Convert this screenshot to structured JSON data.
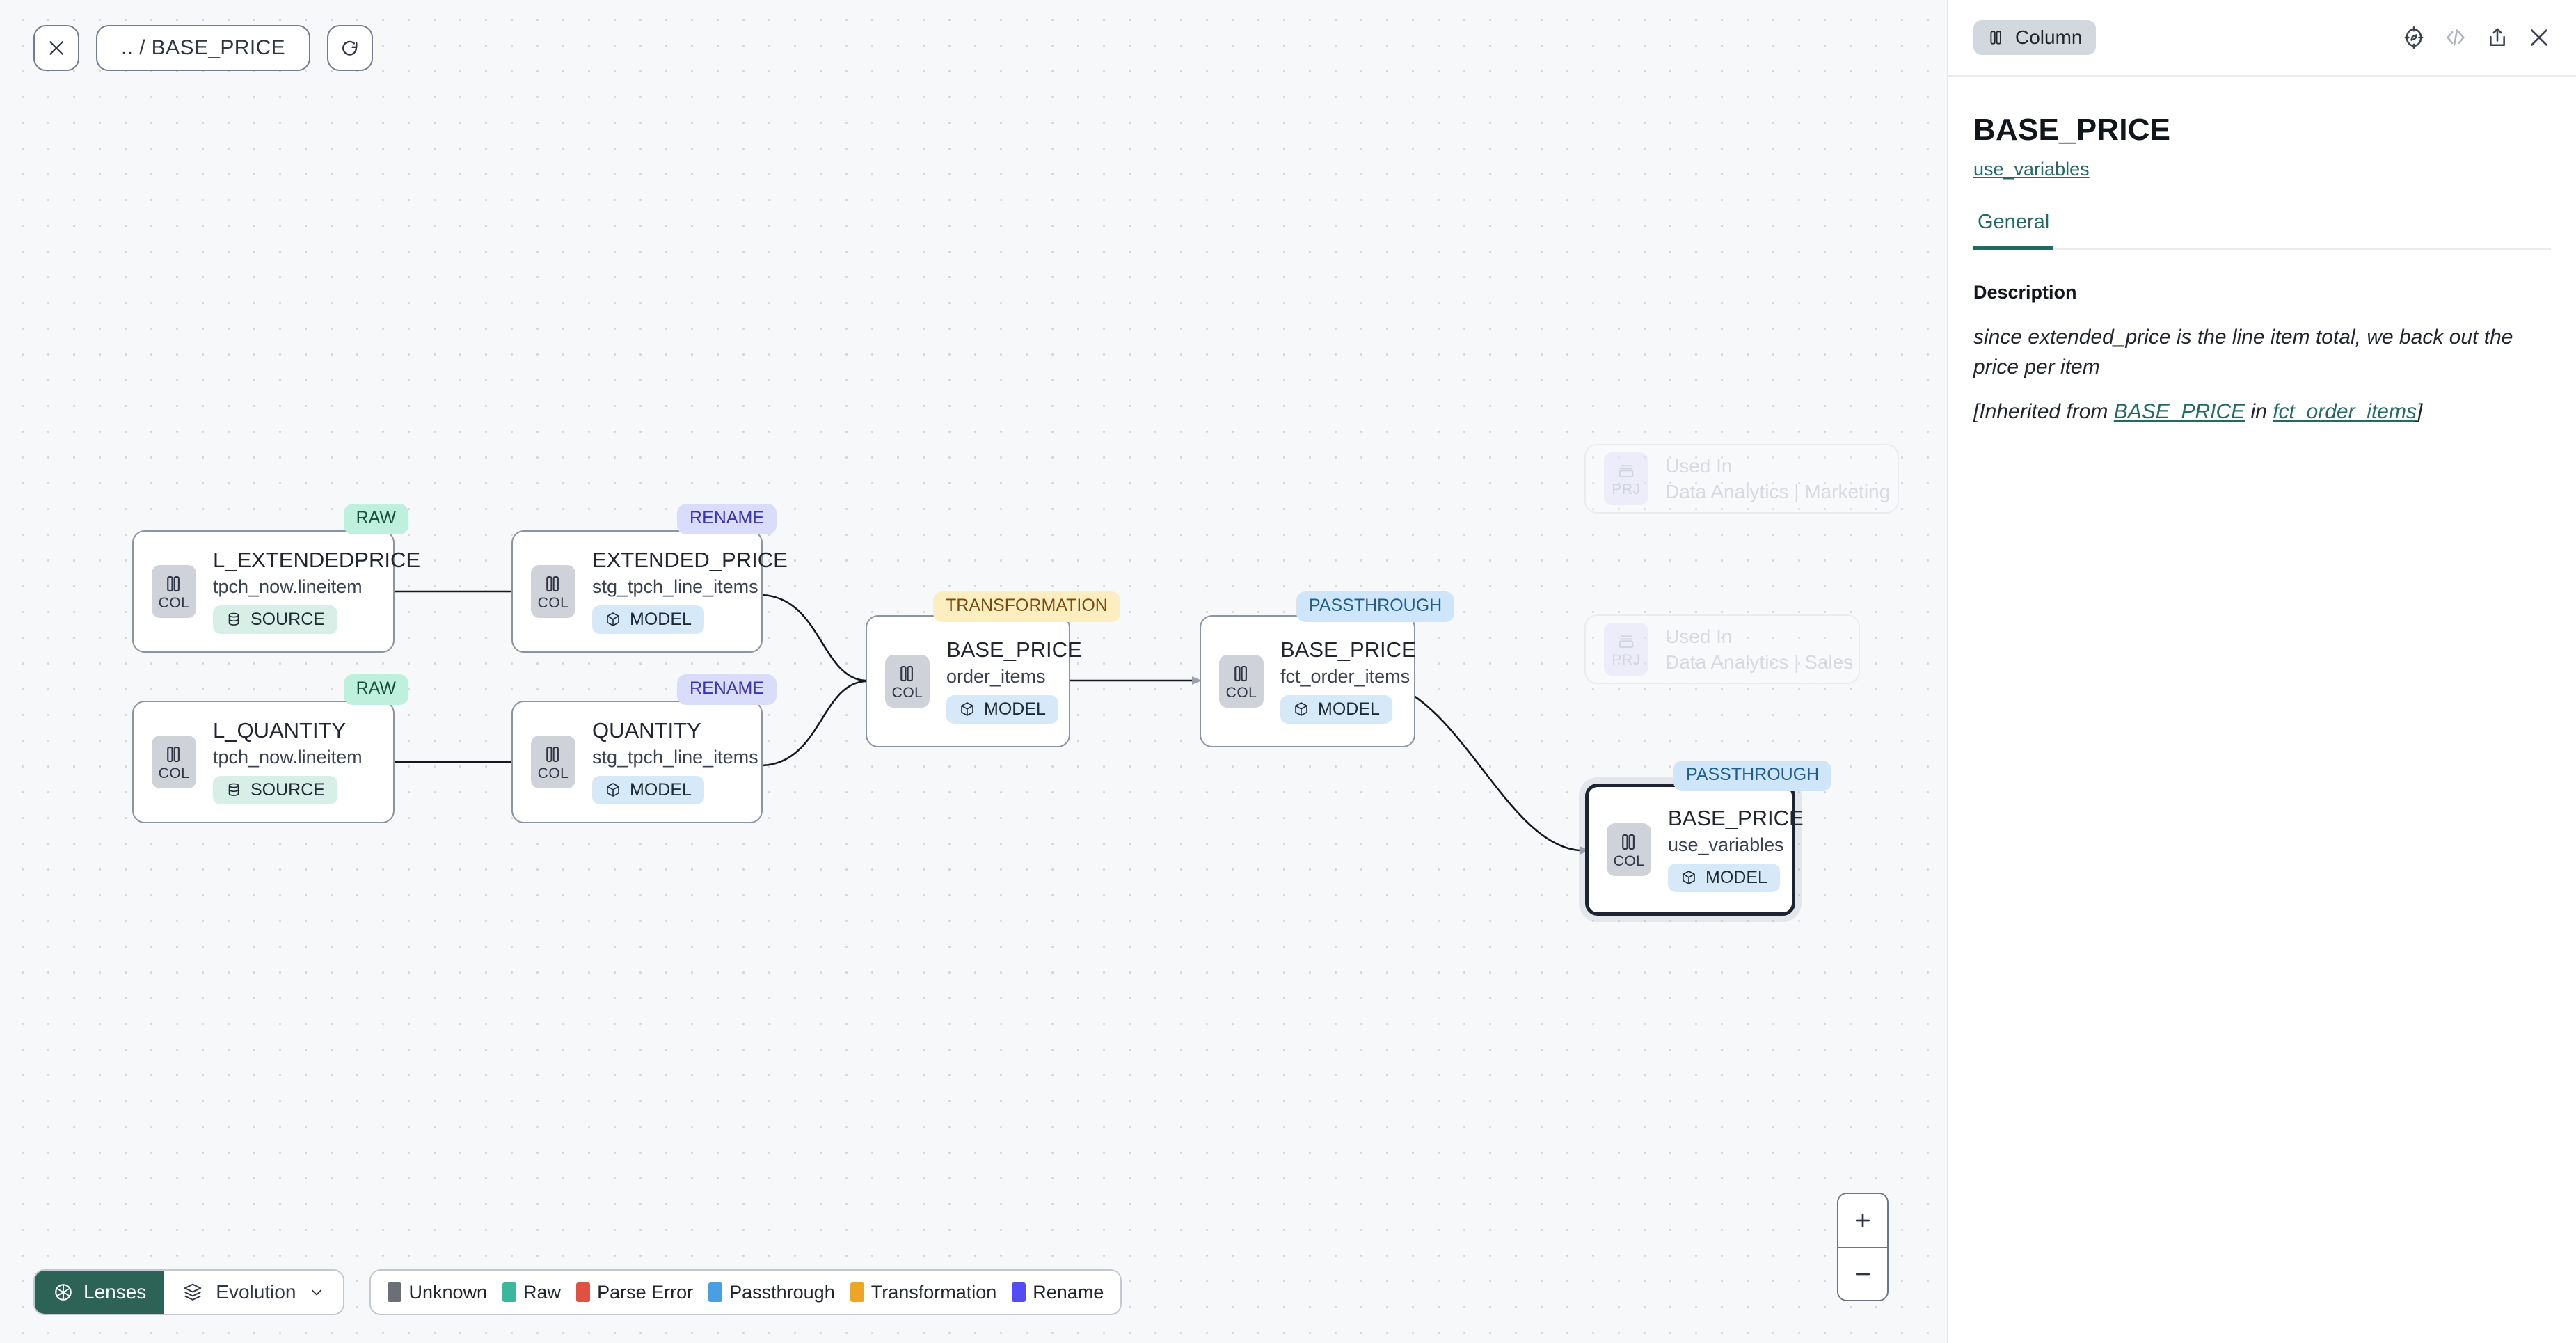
{
  "canvas": {
    "topbar": {
      "close_label": "close-canvas",
      "breadcrumb": ".. / BASE_PRICE",
      "refresh_label": "refresh"
    },
    "nodes": [
      {
        "id": "l_extendedprice",
        "badge": "RAW",
        "badge_kind": "raw",
        "icon_label": "COL",
        "icon_kind": "column-icon",
        "title": "L_EXTENDEDPRICE",
        "subtitle": "tpch_now.lineitem",
        "pill": "SOURCE",
        "pill_kind": "source",
        "selected": false
      },
      {
        "id": "l_quantity",
        "badge": "RAW",
        "badge_kind": "raw",
        "icon_label": "COL",
        "icon_kind": "column-icon",
        "title": "L_QUANTITY",
        "subtitle": "tpch_now.lineitem",
        "pill": "SOURCE",
        "pill_kind": "source",
        "selected": false
      },
      {
        "id": "extended_price",
        "badge": "RENAME",
        "badge_kind": "rename",
        "icon_label": "COL",
        "icon_kind": "column-icon",
        "title": "EXTENDED_PRICE",
        "subtitle": "stg_tpch_line_items",
        "pill": "MODEL",
        "pill_kind": "model",
        "selected": false
      },
      {
        "id": "quantity",
        "badge": "RENAME",
        "badge_kind": "rename",
        "icon_label": "COL",
        "icon_kind": "column-icon",
        "title": "QUANTITY",
        "subtitle": "stg_tpch_line_items",
        "pill": "MODEL",
        "pill_kind": "model",
        "selected": false
      },
      {
        "id": "base_price_order_items",
        "badge": "TRANSFORMATION",
        "badge_kind": "transformation",
        "icon_label": "COL",
        "icon_kind": "column-icon",
        "title": "BASE_PRICE",
        "subtitle": "order_items",
        "pill": "MODEL",
        "pill_kind": "model",
        "selected": false
      },
      {
        "id": "base_price_fct_order_items",
        "badge": "PASSTHROUGH",
        "badge_kind": "passthrough",
        "icon_label": "COL",
        "icon_kind": "column-icon",
        "title": "BASE_PRICE",
        "subtitle": "fct_order_items",
        "pill": "MODEL",
        "pill_kind": "model",
        "selected": false
      },
      {
        "id": "base_price_use_variables",
        "badge": "PASSTHROUGH",
        "badge_kind": "passthrough",
        "icon_label": "COL",
        "icon_kind": "column-icon",
        "title": "BASE_PRICE",
        "subtitle": "use_variables",
        "pill": "MODEL",
        "pill_kind": "model",
        "selected": true
      }
    ],
    "used_in_nodes": [
      {
        "id": "used-in-marketing",
        "icon_label": "PRJ",
        "icon_kind": "project-icon",
        "title": "Used In",
        "subtitle": "Data Analytics | Marketing"
      },
      {
        "id": "used-in-sales",
        "icon_label": "PRJ",
        "icon_kind": "project-icon",
        "title": "Used In",
        "subtitle": "Data Analytics | Sales"
      }
    ],
    "zoom_controls": {
      "zoom_in": "+",
      "zoom_out": "−"
    },
    "bottombar": {
      "lenses_label": "Lenses",
      "evolution_label": "Evolution",
      "legend": [
        {
          "label": "Unknown",
          "color": "#6b6f76"
        },
        {
          "label": "Raw",
          "color": "#3bb79c"
        },
        {
          "label": "Parse Error",
          "color": "#e05043"
        },
        {
          "label": "Passthrough",
          "color": "#4a9ee2"
        },
        {
          "label": "Transformation",
          "color": "#eda526"
        },
        {
          "label": "Rename",
          "color": "#544cf0"
        }
      ]
    }
  },
  "panel": {
    "kind_chip": "Column",
    "actions": [
      {
        "name": "explore-icon",
        "muted": false
      },
      {
        "name": "code-icon",
        "muted": true
      },
      {
        "name": "share-icon",
        "muted": false
      },
      {
        "name": "close-icon",
        "muted": false
      }
    ],
    "title": "BASE_PRICE",
    "model_link": "use_variables",
    "tabs": [
      {
        "label": "General",
        "active": true
      }
    ],
    "description_label": "Description",
    "description_text": "since extended_price is the line item total, we back out the price per item",
    "inherited": {
      "prefix": "[Inherited from ",
      "column_link": "BASE_PRICE",
      "middle": " in ",
      "model_link": "fct_order_items",
      "suffix": "]"
    }
  }
}
